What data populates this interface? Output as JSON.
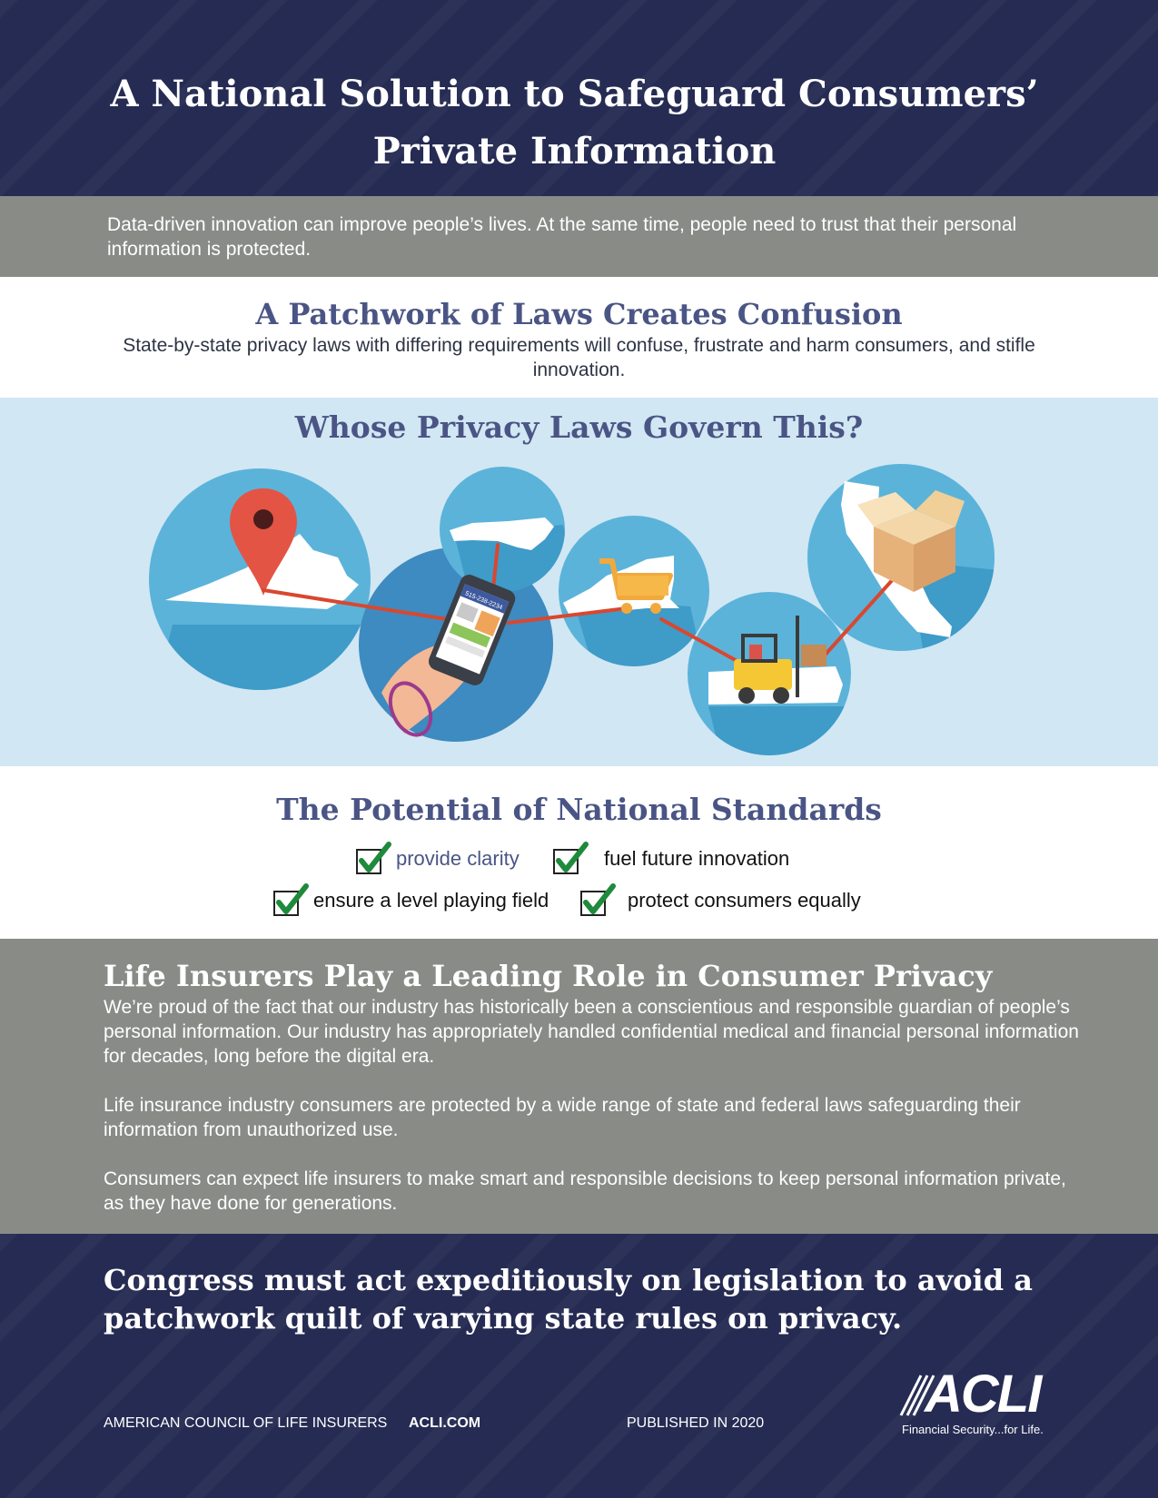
{
  "header": {
    "title_line1": "A National Solution to Safeguard Consumers’",
    "title_line2": "Private Information"
  },
  "intro": {
    "text": "Data-driven innovation can improve people’s lives. At the same time, people need to trust that their personal information is protected."
  },
  "patchwork": {
    "heading": "A Patchwork of Laws Creates Confusion",
    "text": "State-by-state privacy laws with differing requirements will confuse, frustrate and harm consumers, and stifle innovation."
  },
  "map_section": {
    "heading": "Whose Privacy Laws Govern This?",
    "phone_number": "515-238-2234"
  },
  "standards": {
    "heading": "The Potential of National Standards",
    "items": [
      "provide clarity",
      "fuel future innovation",
      "ensure a level playing field",
      "protect consumers equally"
    ]
  },
  "life_insurers": {
    "heading": "Life Insurers Play a Leading Role in Consumer Privacy",
    "paragraphs": [
      "We’re proud of the fact that our industry has historically been a conscientious and responsible guardian of people’s personal information. Our industry has appropriately handled confidential medical and financial personal information for decades, long before the digital era.",
      "Life insurance industry consumers are protected by a wide range of state and federal laws safeguarding their information from unauthorized use.",
      "Consumers can expect life insurers to make smart and responsible decisions to keep personal information private, as they have done for generations."
    ]
  },
  "footer": {
    "call_to_action": "Congress must act expeditiously on legislation to avoid a patchwork quilt of varying state rules on privacy.",
    "org_name": "AMERICAN COUNCIL OF LIFE INSURERS",
    "website": "ACLI.COM",
    "published": "PUBLISHED IN 2020",
    "logo_text": "ACLI",
    "logo_tagline": "Financial Security...for Life."
  },
  "colors": {
    "navy": "#252b52",
    "grey": "#898b87",
    "heading_blue": "#4a5585",
    "light_blue": "#d1e7f3",
    "circle_blue": "#5bb3da",
    "check_green": "#1f8a3c",
    "line_red": "#d9472f"
  }
}
